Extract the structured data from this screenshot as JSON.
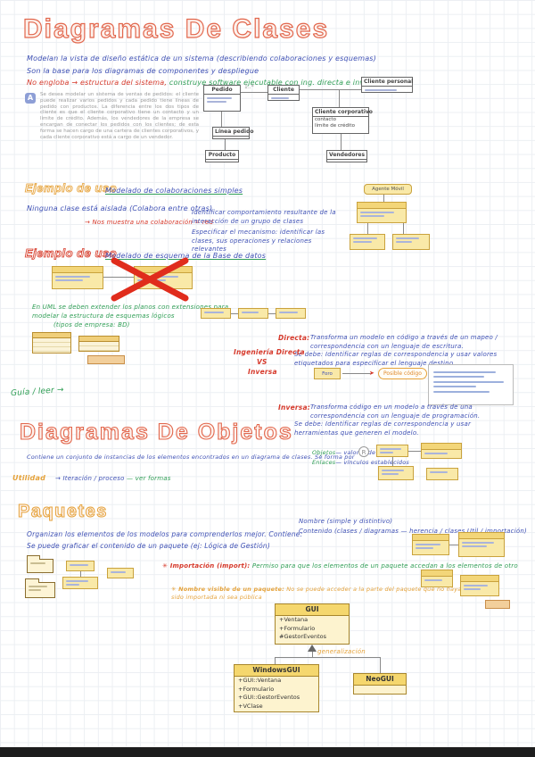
{
  "titles": {
    "classes": "Diagramas De Clases",
    "objects": "Diagramas De Objetos",
    "packages": "Paquetes"
  },
  "intro": {
    "line1": "Modelan la vista de diseño estática de un sistema (describiendo colaboraciones y esquemas)",
    "line2": "Son la base para los diagramas de componentes y despliegue",
    "line3a": "No engloba → estructura del sistema,",
    "line3b": " construye software ejecutable con ing. directa e inversa"
  },
  "note_a": {
    "badge": "A",
    "text": "Se desea modelar un sistema de ventas de pedidos: el cliente puede realizar varios pedidos y cada pedido tiene líneas de pedido con productos. La diferencia entre los dos tipos de cliente es que el cliente corporativo tiene un contacto y un límite de crédito. Además, los vendedores de la empresa se encargan de conectar los pedidos con los clientes; de esta forma se hacen cargo de una cartera de clientes corporativos, y cada cliente corporativo está a cargo de un vendedor."
  },
  "uml_main": {
    "pedido": "Pedido",
    "cliente": "Cliente",
    "cliente_personal": "Cliente personal",
    "cliente_corporativo": "Cliente corporativo",
    "attr1": "contacto",
    "attr2": "límite de crédito",
    "linea_pedido": "Línea pedido",
    "producto": "Producto",
    "vendedores": "Vendedores",
    "mult": "1..*"
  },
  "ejemplo1": {
    "heading": "Ejemplo de uso",
    "subtitle": "Modelado de colaboraciones simples",
    "line": "Ninguna clase está aislada (Colabora entre otras)",
    "arrow_note": "→ Nos muestra una colaboración = red",
    "right1": "Identificar comportamiento resultante de la interacción de un grupo de clases",
    "right2": "Especificar el mecanismo: identificar las clases, sus operaciones y relaciones relevantes"
  },
  "agent": {
    "title": "Agente Móvil"
  },
  "ejemplo2": {
    "heading": "Ejemplo de uso",
    "subtitle": "Modelado de esquema de la Base de datos",
    "green1": "En UML se deben extender los planos con extensiones para modelar la estructura de esquemas lógicos",
    "green2": "(tipos de empresa: BD)"
  },
  "direct": {
    "label": "Directa:",
    "text1": "Transforma un modelo en código a través de un mapeo / correspondencia con un lenguaje de escritura.",
    "text2": "Se debe: Identificar reglas de correspondencia y usar valores etiquetados para especificar el lenguaje destino.",
    "flow_from": "Foro",
    "flow_tag": "Posible código"
  },
  "versus": {
    "l1": "Ingeniería Directa",
    "l2": "VS",
    "l3": "Inversa"
  },
  "inverse": {
    "label": "Inversa:",
    "text1": "Transforma código en un modelo a través de una correspondencia con un lenguaje de programación.",
    "text2": "Se debe: Identificar reglas de correspondencia y usar herramientas que generen el modelo."
  },
  "side_note": "Guía / leer →",
  "objects": {
    "line1": "Contiene un conjunto de instancias de los elementos encontrados en un diagrama de clases. Se forma por",
    "item1_label": "Objetos",
    "item1_note": "— valores de datos",
    "item2_label": "Enlaces",
    "item2_note": "— vínculos establecidos",
    "utility_label": "Utilidad",
    "utility_blue": "→ Iteración / proceso",
    "utility_green": "— ver formas",
    "badge": "R"
  },
  "packages": {
    "line1": "Organizan los elementos de los modelos para comprenderlos mejor. Contiene:",
    "name_note": "Nombre (simple y distintivo)",
    "content_note": "Contenido (clases / diagramas — herencia / clases Util / importación)",
    "line2": "Se puede graficar el contenido de un paquete (ej: Lógica de Gestión)",
    "import_label": "✳ Importación (import):",
    "import_text": " Permiso para que los elementos de un paquete accedan a los elementos de otro",
    "visible_label": "✳ Nombre visible de un paquete:",
    "visible_text": " No se puede acceder a la parte del paquete que no haya sido importada ni sea pública"
  },
  "gui": {
    "parent_title": "GUI",
    "parent_rows": [
      "+Ventana",
      "+Formulario",
      "#GestorEventos"
    ],
    "label": "generalización",
    "child1_title": "WindowsGUI",
    "child1_rows": [
      "+GUI::Ventana",
      "+Formulario",
      "+GUI::GestorEventos",
      "+VClase"
    ],
    "child2_title": "NeoGUI"
  }
}
